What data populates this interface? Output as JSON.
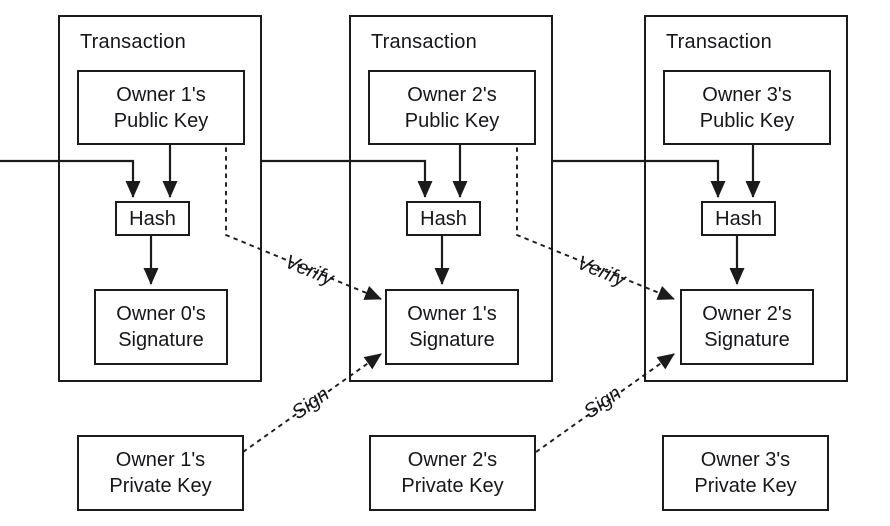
{
  "figure": {
    "background_color": "#ffffff",
    "line_color": "#1b1b1b",
    "text_color": "#16161a",
    "description": "Chain of digital signatures diagram (electronic coin as a chain of transactions)"
  },
  "transactions": [
    {
      "title": "Transaction",
      "public_key": "Owner 1's\nPublic Key",
      "hash": "Hash",
      "signature": "Owner 0's\nSignature"
    },
    {
      "title": "Transaction",
      "public_key": "Owner 2's\nPublic Key",
      "hash": "Hash",
      "signature": "Owner 1's\nSignature"
    },
    {
      "title": "Transaction",
      "public_key": "Owner 3's\nPublic Key",
      "hash": "Hash",
      "signature": "Owner 2's\nSignature"
    }
  ],
  "private_keys": [
    {
      "label": "Owner 1's\nPrivate Key"
    },
    {
      "label": "Owner 2's\nPrivate Key"
    },
    {
      "label": "Owner 3's\nPrivate Key"
    }
  ],
  "edges": {
    "verify_1": "Verify",
    "verify_2": "Verify",
    "sign_1": "Sign",
    "sign_2": "Sign"
  }
}
